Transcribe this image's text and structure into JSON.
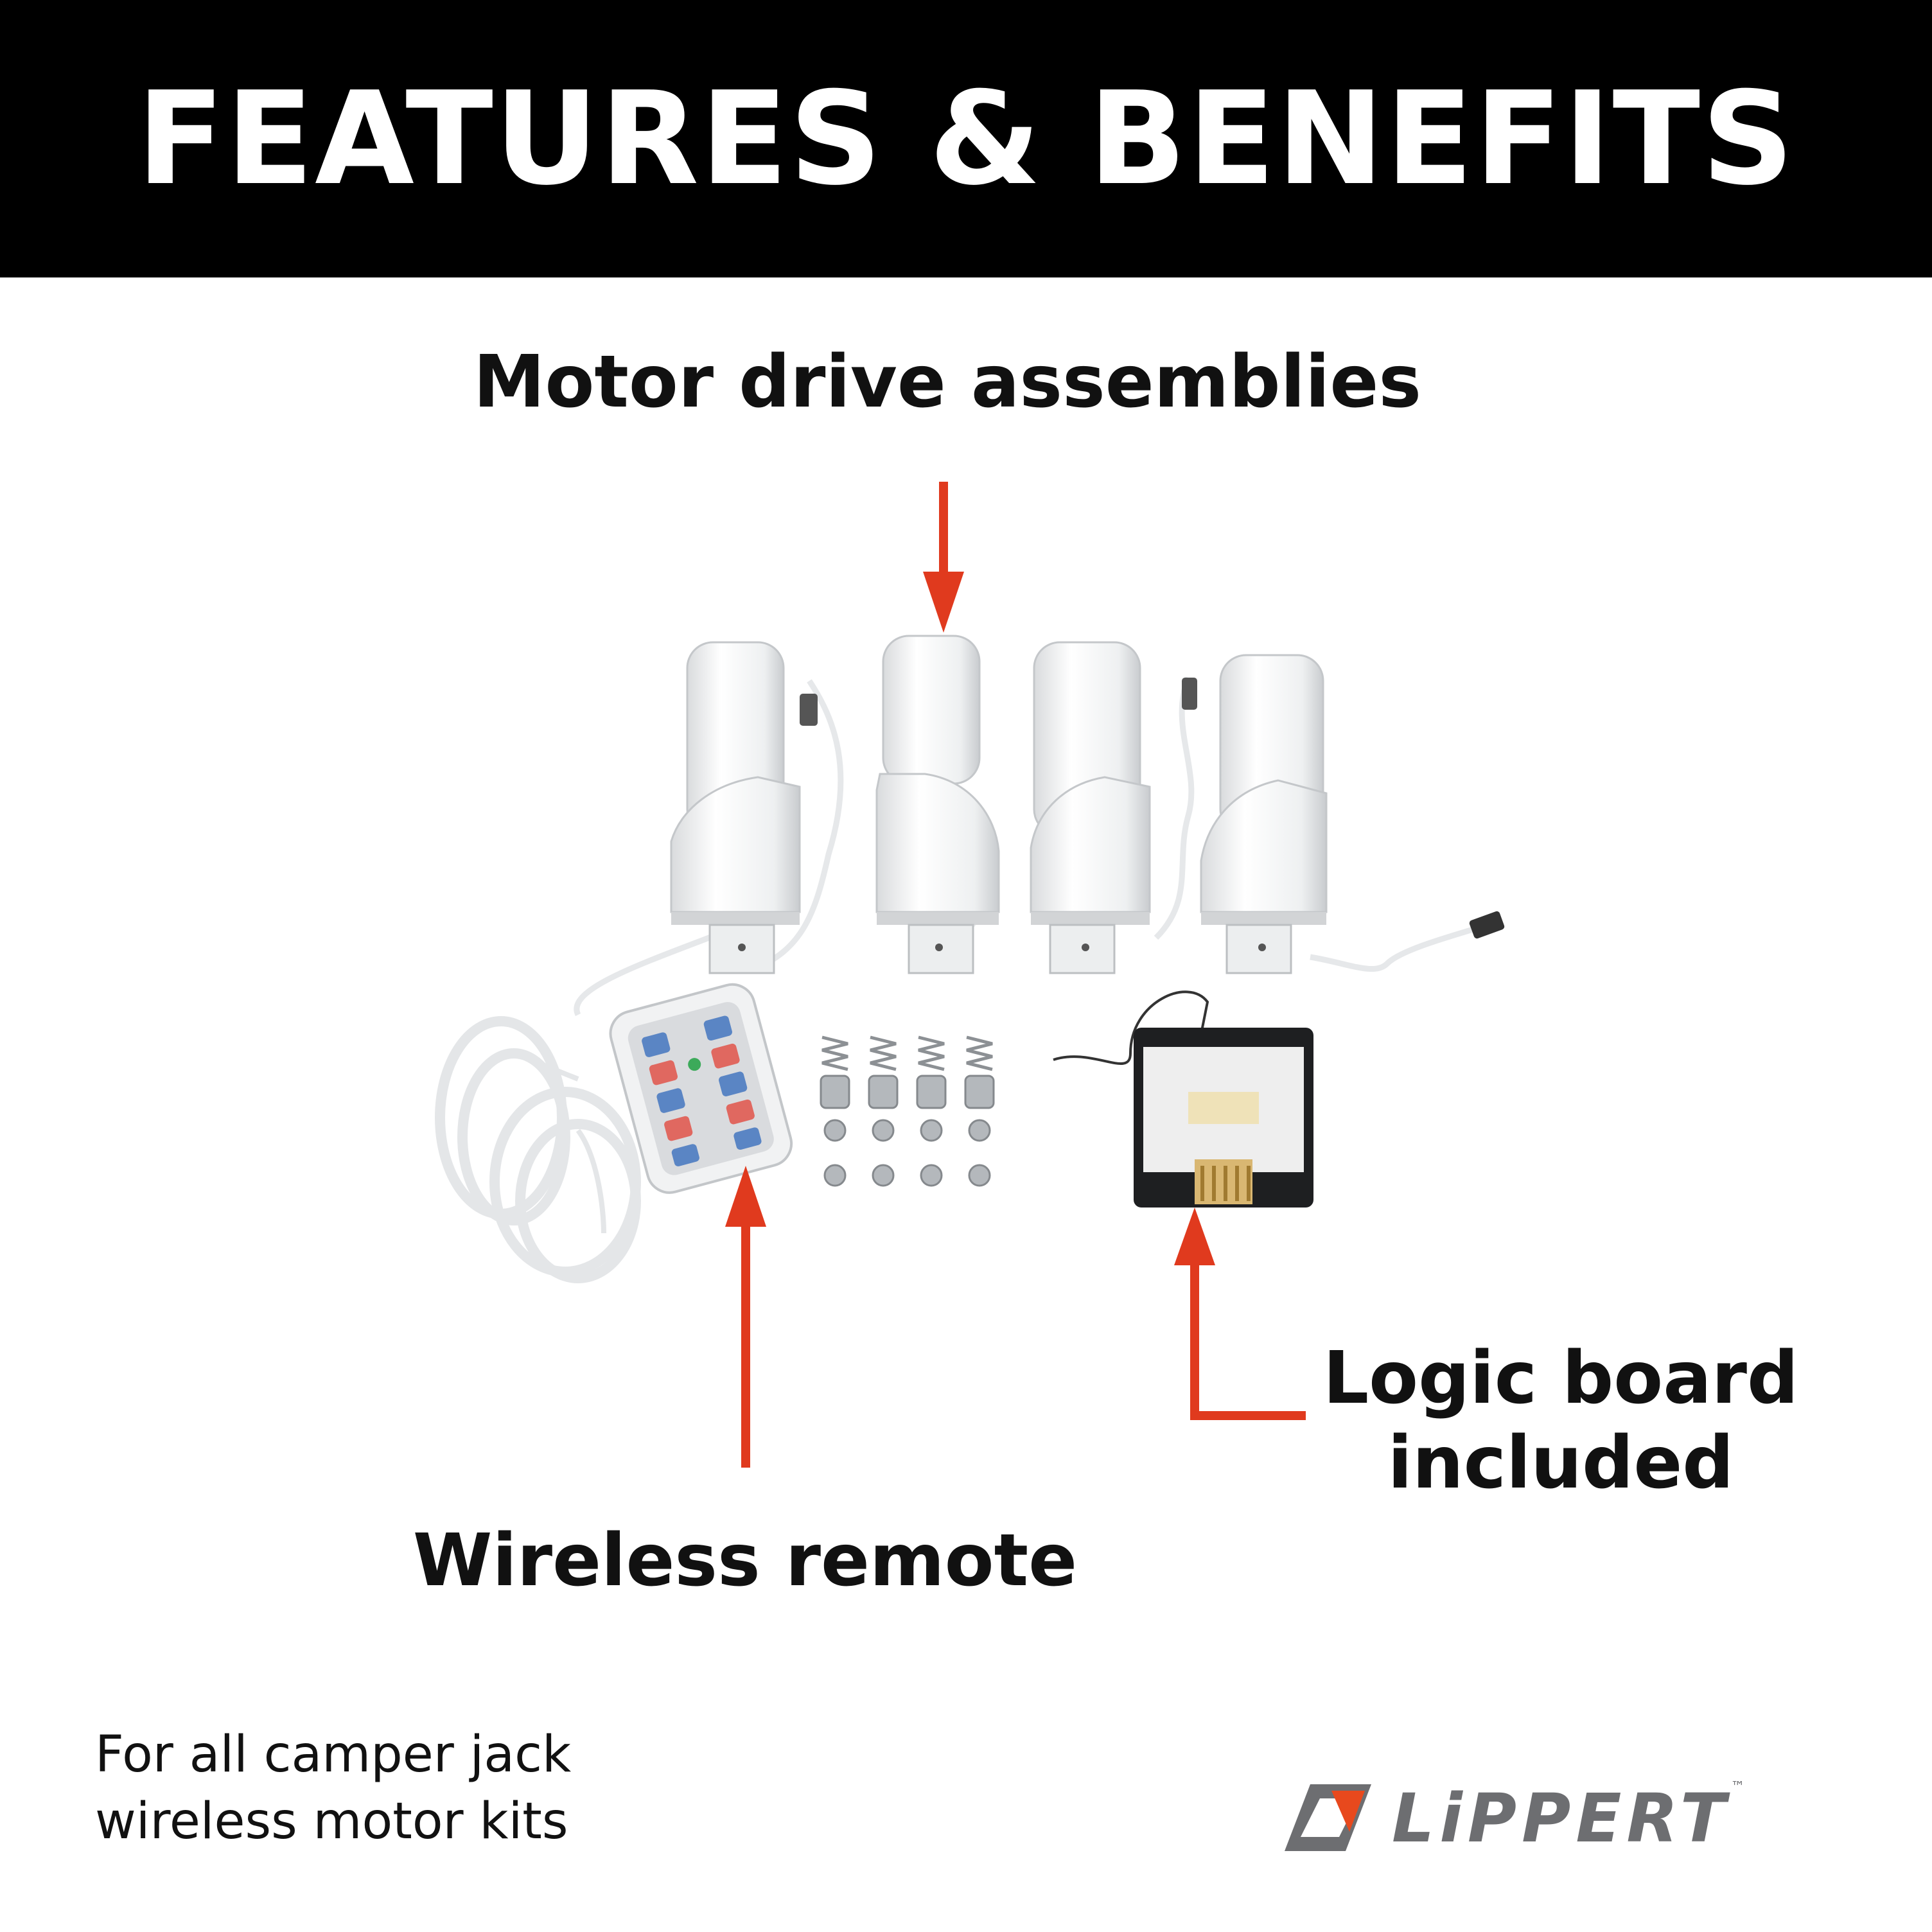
{
  "header": {
    "title": "FEATURES & BENEFITS"
  },
  "labels": {
    "motor_drive": "Motor drive assemblies",
    "wireless_remote": "Wireless remote",
    "logic_board": [
      "Logic board",
      "included"
    ]
  },
  "footer": {
    "lines": [
      "For all camper jack",
      "wireless motor kits"
    ]
  },
  "logo": {
    "wordmark": "LiPPERT",
    "trademark": "™"
  },
  "colors": {
    "header_bg": "#000000",
    "header_text": "#ffffff",
    "arrow": "#e03a1e",
    "logo_orange": "#e8491d",
    "logo_gray": "#6d6e71"
  },
  "icons": [
    "down-arrow-icon",
    "up-arrow-icon",
    "elbow-arrow-icon",
    "lippert-logo-icon"
  ]
}
